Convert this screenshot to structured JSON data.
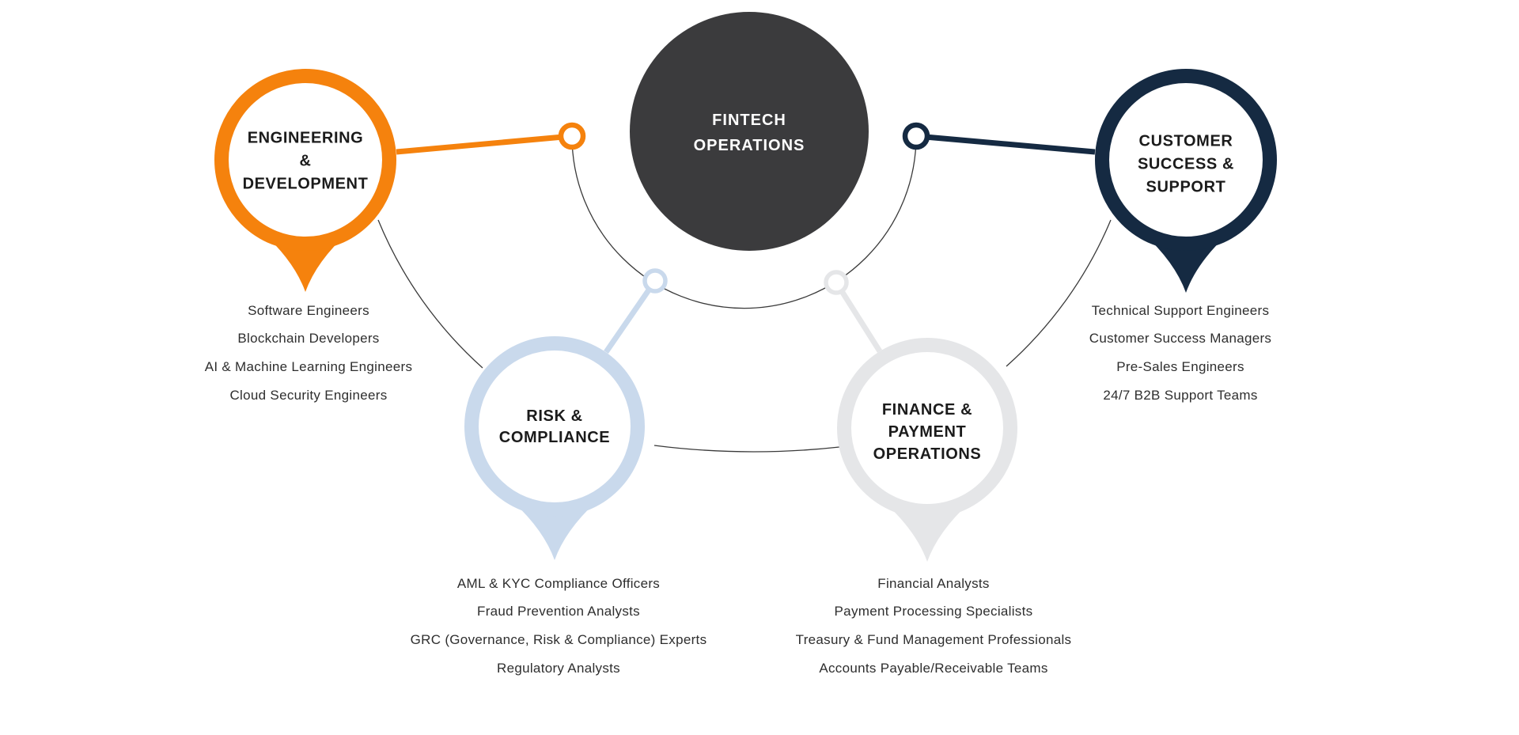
{
  "colors": {
    "hub_fill": "#3B3B3D",
    "engineering": "#F5820D",
    "customer": "#152A42",
    "risk": "#C9D9EC",
    "finance": "#E5E6E8",
    "thin_line": "#3A3A3A"
  },
  "hub": {
    "label_lines": [
      "FINTECH",
      "OPERATIONS"
    ]
  },
  "branches": [
    {
      "name": "engineering-development",
      "label_lines": [
        "ENGINEERING",
        "&",
        "DEVELOPMENT"
      ],
      "roles": [
        "Software Engineers",
        "Blockchain Developers",
        "AI & Machine Learning Engineers",
        "Cloud Security Engineers"
      ]
    },
    {
      "name": "risk-compliance",
      "label_lines": [
        "RISK &",
        "COMPLIANCE"
      ],
      "roles": [
        "AML & KYC Compliance Officers",
        "Fraud Prevention Analysts",
        "GRC (Governance, Risk & Compliance) Experts",
        "Regulatory Analysts"
      ]
    },
    {
      "name": "finance-payment-operations",
      "label_lines": [
        "FINANCE &",
        "PAYMENT",
        "OPERATIONS"
      ],
      "roles": [
        "Financial Analysts",
        "Payment Processing Specialists",
        "Treasury & Fund Management Professionals",
        "Accounts Payable/Receivable Teams"
      ]
    },
    {
      "name": "customer-success-support",
      "label_lines": [
        "CUSTOMER",
        "SUCCESS &",
        "SUPPORT"
      ],
      "roles": [
        "Technical Support Engineers",
        "Customer Success Managers",
        "Pre-Sales Engineers",
        "24/7 B2B Support Teams"
      ]
    }
  ]
}
